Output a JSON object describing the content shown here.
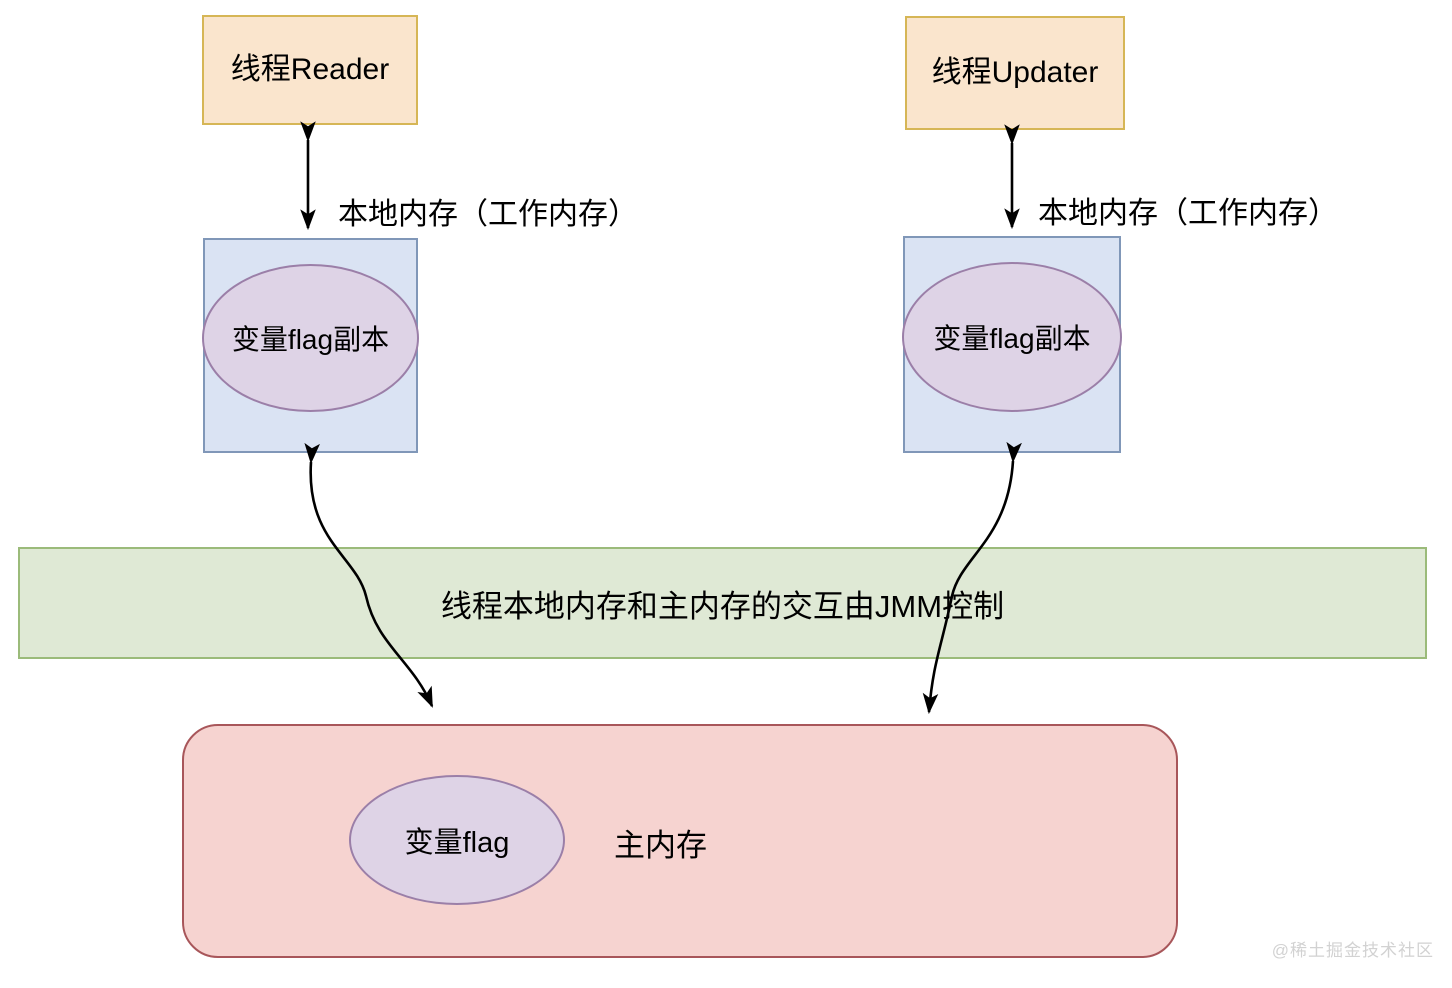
{
  "diagram": {
    "title": "Java Memory Model (JMM) thread local memory and main memory interaction",
    "threads": [
      {
        "id": "reader",
        "label": "线程Reader"
      },
      {
        "id": "updater",
        "label": "线程Updater"
      }
    ],
    "local_memory": [
      {
        "id": "left",
        "caption": "本地内存（工作内存）",
        "variable_label": "变量flag副本"
      },
      {
        "id": "right",
        "caption": "本地内存（工作内存）",
        "variable_label": "变量flag副本"
      }
    ],
    "jmm_band": {
      "label": "线程本地内存和主内存的交互由JMM控制"
    },
    "main_memory": {
      "label": "主内存",
      "variable_label": "变量flag"
    },
    "watermark": "@稀土掘金技术社区",
    "colors": {
      "thread_fill": "#fae5cd",
      "thread_stroke": "#d6b656",
      "local_memory_fill": "#dae3f3",
      "local_memory_stroke": "#8097b8",
      "ellipse_fill": "#ded3e6",
      "ellipse_stroke": "#9b7fa8",
      "jmm_fill": "#dfe9d5",
      "jmm_stroke": "#9bbb7a",
      "main_memory_fill": "#f6d3d0",
      "main_memory_stroke": "#a8565a",
      "arrow": "#000000",
      "watermark": "#d2d2d2"
    }
  }
}
